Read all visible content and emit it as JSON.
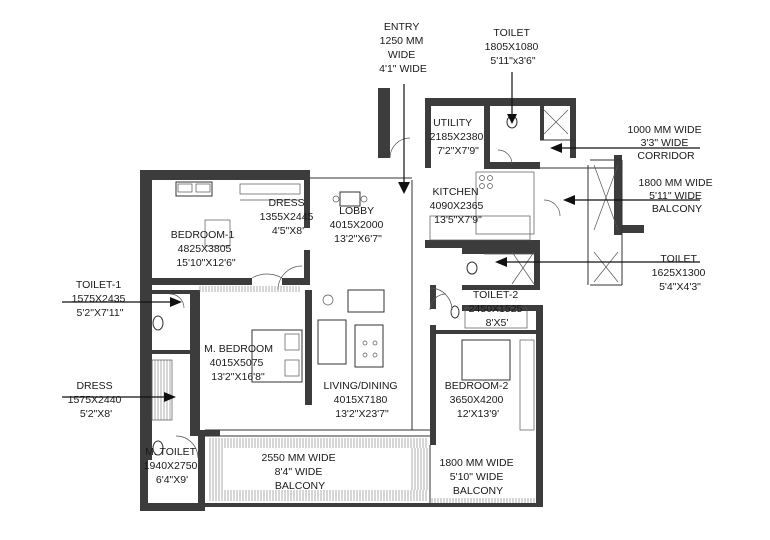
{
  "rooms": {
    "entry": {
      "lines": [
        "ENTRY",
        "1250 MM",
        "WIDE",
        "4'1\" WIDE"
      ]
    },
    "toilet_top": {
      "lines": [
        "TOILET",
        "1805X1080",
        "5'11\"x3'6\""
      ]
    },
    "utility": {
      "lines": [
        "UTILITY",
        "2185X2380",
        "7'2\"X7'9\""
      ]
    },
    "corridor": {
      "lines": [
        "1000 MM WIDE",
        "3'3\" WIDE",
        "CORRIDOR"
      ]
    },
    "kitchen": {
      "lines": [
        "KITCHEN",
        "4090X2365",
        "13'5\"X7'9\""
      ]
    },
    "balcony_right": {
      "lines": [
        "1800 MM WIDE",
        "5'11\" WIDE",
        "BALCONY"
      ]
    },
    "dress_top": {
      "lines": [
        "DRESS",
        "1355X2445",
        "4'5\"X8'"
      ]
    },
    "lobby": {
      "lines": [
        "LOBBY",
        "4015X2000",
        "13'2\"X6'7\""
      ]
    },
    "bedroom1": {
      "lines": [
        "BEDROOM-1",
        "4825X3805",
        "15'10\"X12'6\""
      ]
    },
    "toilet_right": {
      "lines": [
        "TOILET",
        "1625X1300",
        "5'4\"X4'3\""
      ]
    },
    "toilet1": {
      "lines": [
        "TOILET-1",
        "1575X2435",
        "5'2\"X7'11\""
      ]
    },
    "toilet2": {
      "lines": [
        "TOILET-2",
        "2450X1525",
        "8'X5'"
      ]
    },
    "m_bedroom": {
      "lines": [
        "M. BEDROOM",
        "4015X5075",
        "13'2\"X16'8\""
      ]
    },
    "dress_left": {
      "lines": [
        "DRESS",
        "1575X2440",
        "5'2\"X8'"
      ]
    },
    "living": {
      "lines": [
        "LIVING/DINING",
        "4015X7180",
        "13'2\"X23'7\""
      ]
    },
    "bedroom2": {
      "lines": [
        "BEDROOM-2",
        "3650X4200",
        "12'X13'9'"
      ]
    },
    "m_toilet": {
      "lines": [
        "M. TOILET",
        "1940X2750",
        "6'4\"X9'"
      ]
    },
    "balcony_main": {
      "lines": [
        "2550 MM WIDE",
        "8'4\" WIDE",
        "BALCONY"
      ]
    },
    "balcony_bottom_right": {
      "lines": [
        "1800 MM WIDE",
        "5'10\" WIDE",
        "BALCONY"
      ]
    }
  },
  "colors": {
    "wall": "#3c3c3c",
    "line": "#333333",
    "background": "#ffffff"
  }
}
